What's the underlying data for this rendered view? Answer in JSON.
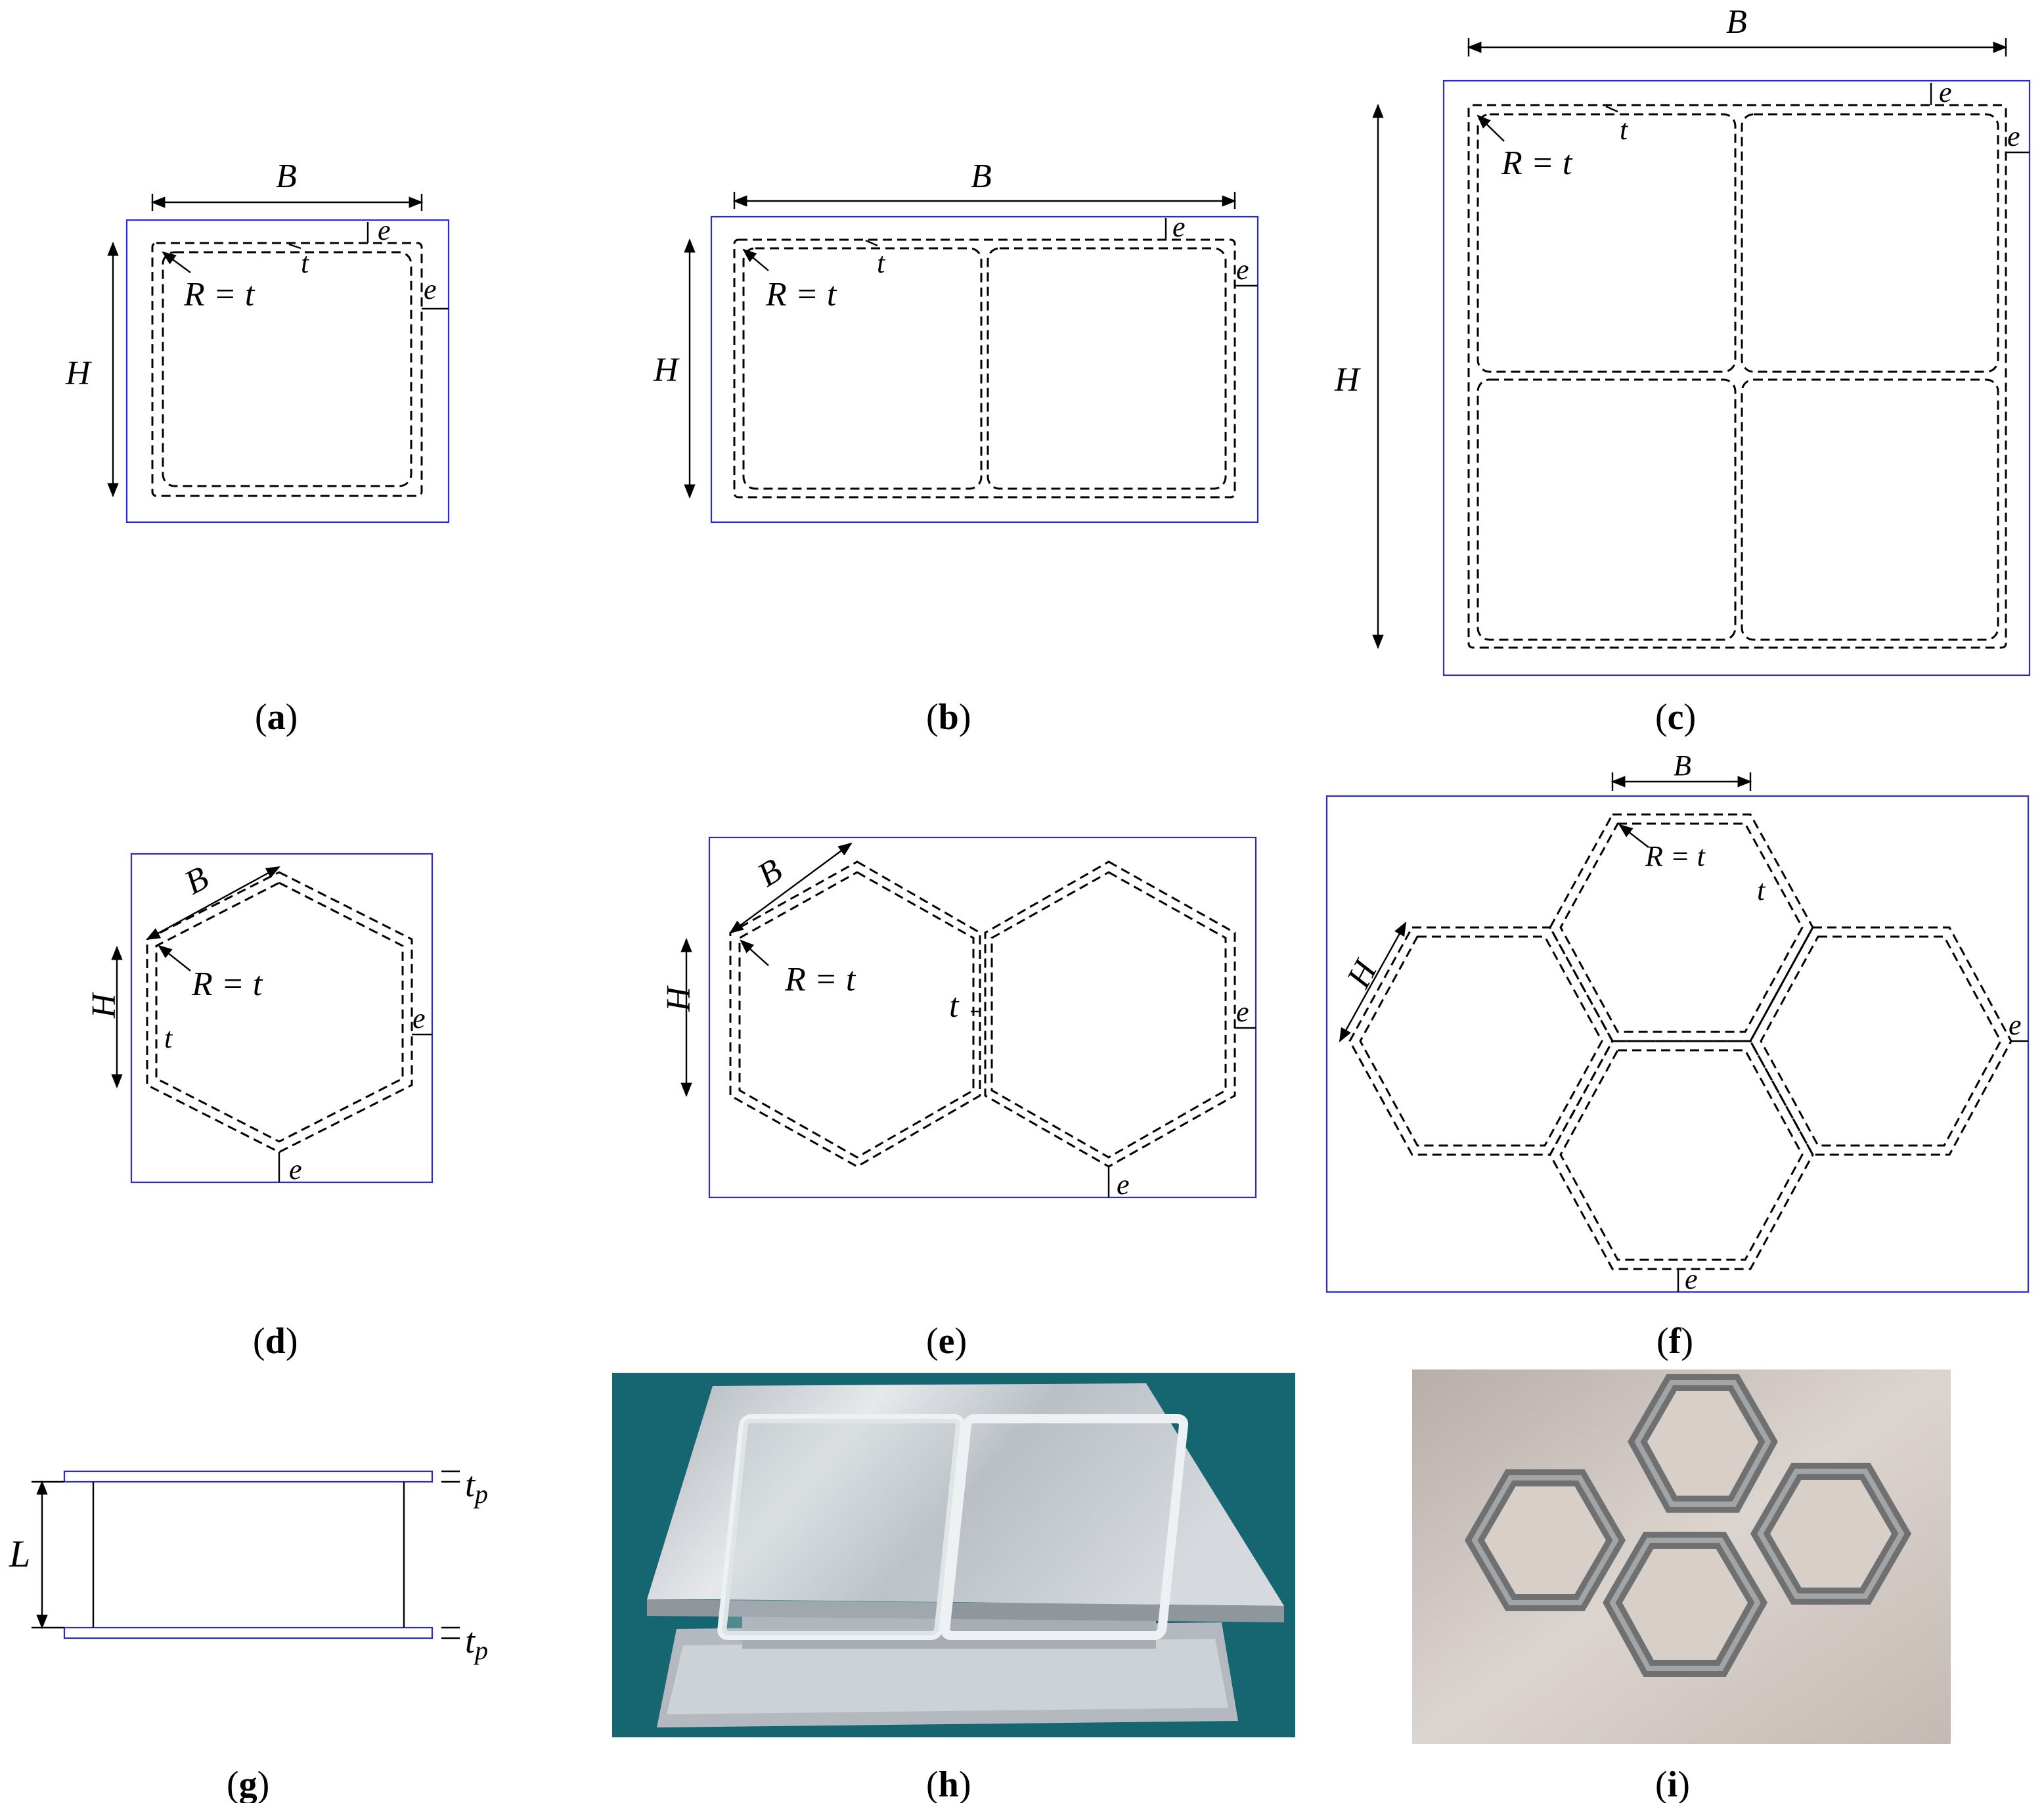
{
  "panels": {
    "a": {
      "caption_open": "(",
      "caption_letter": "a",
      "caption_close": ")",
      "B": "B",
      "H": "H",
      "e1": "e",
      "e2": "e",
      "t": "t",
      "R": "R = t"
    },
    "b": {
      "caption_open": "(",
      "caption_letter": "b",
      "caption_close": ")",
      "B": "B",
      "H": "H",
      "e1": "e",
      "e2": "e",
      "t": "t",
      "R": "R = t"
    },
    "c": {
      "caption_open": "(",
      "caption_letter": "c",
      "caption_close": ")",
      "B": "B",
      "H": "H",
      "e1": "e",
      "e2": "e",
      "t": "t",
      "R": "R = t"
    },
    "d": {
      "caption_open": "(",
      "caption_letter": "d",
      "caption_close": ")",
      "B": "B",
      "H": "H",
      "e1": "e",
      "e2": "e",
      "t": "t",
      "R": "R = t"
    },
    "e": {
      "caption_open": "(",
      "caption_letter": "e",
      "caption_close": ")",
      "B": "B",
      "H": "H",
      "e1": "e",
      "e2": "e",
      "t": "t",
      "R": "R = t"
    },
    "f": {
      "caption_open": "(",
      "caption_letter": "f",
      "caption_close": ")",
      "B": "B",
      "H": "H",
      "e1": "e",
      "e2": "e",
      "t": "t",
      "R": "R = t"
    },
    "g": {
      "caption_open": "(",
      "caption_letter": "g",
      "caption_close": ")",
      "L": "L",
      "tp1": "t",
      "tp1_sub": "p",
      "tp2": "t",
      "tp2_sub": "p"
    },
    "h": {
      "caption_open": "(",
      "caption_letter": "h",
      "caption_close": ")"
    },
    "i": {
      "caption_open": "(",
      "caption_letter": "i",
      "caption_close": ")"
    }
  },
  "colors": {
    "frame": "#2b2bd6",
    "photo_h_background": "#1a6e78",
    "photo_h_metal": "#c9ced3",
    "photo_i_background": "#cfc6bf",
    "photo_i_metal": "#8e8f91"
  }
}
